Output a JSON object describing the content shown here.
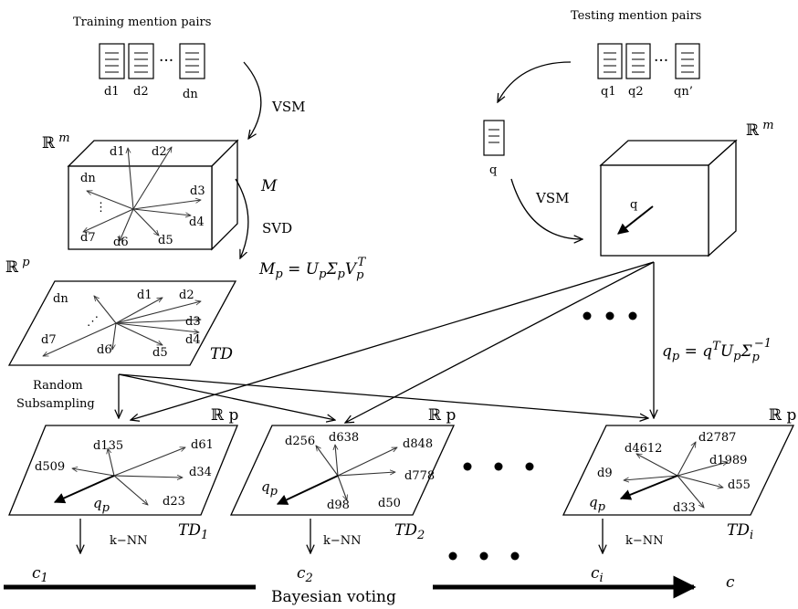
{
  "training": {
    "title": "Training mention pairs",
    "docs": [
      "d1",
      "d2",
      "dn"
    ],
    "ellipsis": "···"
  },
  "testing": {
    "title": "Testing mention pairs",
    "docs": [
      "q1",
      "q2",
      "qn’"
    ],
    "ellipsis": "···",
    "query_doc": "q"
  },
  "labels": {
    "vsm": "VSM",
    "svd": "SVD",
    "M": "M",
    "Mp_eq": "M_p = U_p Σ_p V_p^T",
    "rm_left": "ℝ m",
    "rm_right": "ℝ m",
    "rp_main": "ℝ p",
    "td": "TD",
    "random_subsampling": [
      "Random",
      "Subsampling"
    ],
    "qp_eq": "q_p = q^T U_p Σ_p^{-1}",
    "q_vector": "q",
    "qp": "q_p",
    "knn": "k−NN",
    "bayesian": "Bayesian voting",
    "final_c": "c"
  },
  "cube_vectors": [
    "d1",
    "d2",
    "dn",
    "d3",
    "d4",
    "d5",
    "d6",
    "d7"
  ],
  "plane_vectors": [
    "dn",
    "d1",
    "d2",
    "d3",
    "d4",
    "d5",
    "d6",
    "d7"
  ],
  "subspaces": [
    {
      "td": "TD",
      "sub": "1",
      "rp": "ℝ p",
      "c": "c",
      "c_sub": "1",
      "vectors": [
        "d135",
        "d61",
        "d509",
        "d34",
        "d23"
      ]
    },
    {
      "td": "TD",
      "sub": "2",
      "rp": "ℝ p",
      "c": "c",
      "c_sub": "2",
      "vectors": [
        "d256",
        "d638",
        "d848",
        "d778",
        "d98",
        "d50"
      ]
    },
    {
      "td": "TD",
      "sub": "i",
      "rp": "ℝ p",
      "c": "c",
      "c_sub": "i",
      "vectors": [
        "d4612",
        "d2787",
        "d1989",
        "d9",
        "d55",
        "d33"
      ]
    }
  ]
}
